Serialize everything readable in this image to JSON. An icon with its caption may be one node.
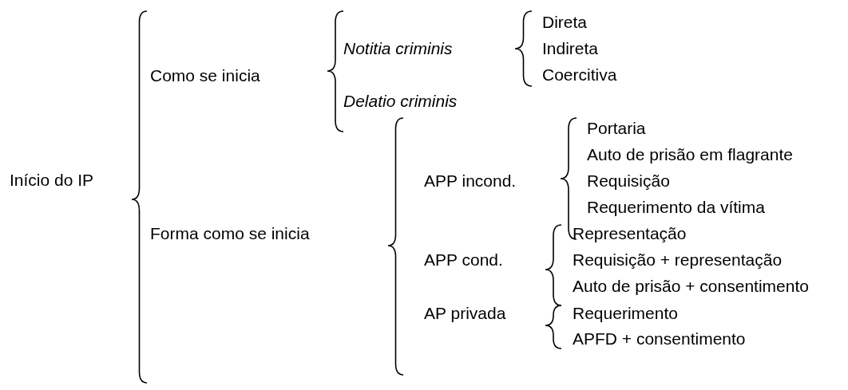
{
  "diagram": {
    "nodes": [
      {
        "text": [
          "Início do IP"
        ]
      },
      {
        "text": [
          "Como se inicia"
        ]
      },
      {
        "text": [
          "Forma como se inicia"
        ]
      },
      {
        "text": [
          "Notitia criminis"
        ]
      },
      {
        "text": [
          "Delatio criminis"
        ]
      },
      {
        "text": [
          "Direta"
        ]
      },
      {
        "text": [
          "Indireta"
        ]
      },
      {
        "text": [
          "Coercitiva"
        ]
      },
      {
        "text": [
          "APP incond."
        ]
      },
      {
        "text": [
          "APP cond."
        ]
      },
      {
        "text": [
          "AP privada"
        ]
      },
      {
        "text": [
          "Portaria"
        ]
      },
      {
        "text": [
          "Auto de prisão em flagrante"
        ]
      },
      {
        "text": [
          "Requisição"
        ]
      },
      {
        "text": [
          "Requerimento da vítima"
        ]
      },
      {
        "text": [
          "Representação"
        ]
      },
      {
        "text": [
          "Requisição + representação"
        ]
      },
      {
        "text": [
          "Auto de prisão + consentimento"
        ]
      },
      {
        "text": [
          "Requerimento"
        ]
      },
      {
        "text": [
          "APFD + consentimento"
        ]
      }
    ]
  }
}
